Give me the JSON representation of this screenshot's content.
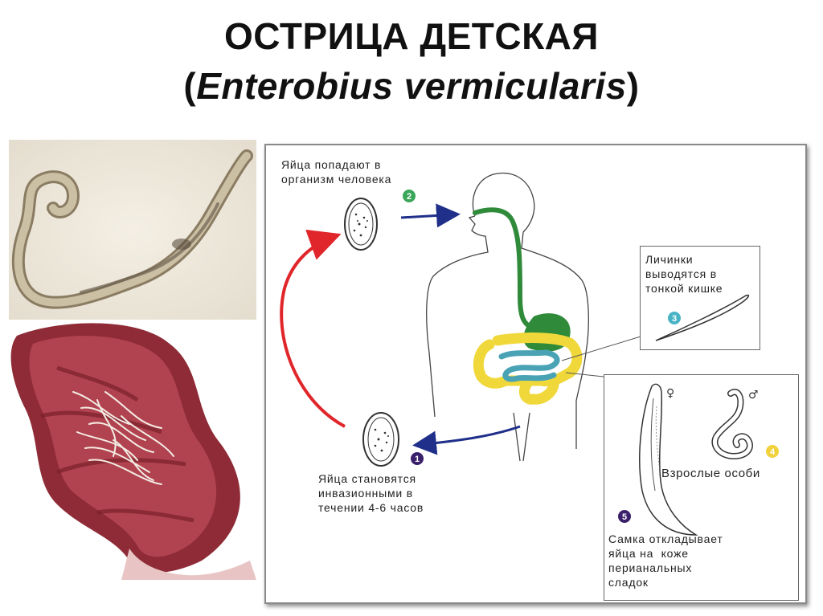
{
  "title": {
    "line1": "ОСТРИЦА ДЕТСКАЯ",
    "paren_open": "(",
    "latin": "Enterobius vermicularis",
    "paren_close": ")"
  },
  "diagram": {
    "step1": {
      "number": "1",
      "text": "Яйца становятся\nинвазионными в\nтечении 4-6 часов",
      "color": "#3a1f6b"
    },
    "step2": {
      "number": "2",
      "text": "Яйца попадают в\nорганизм человека",
      "color": "#3aa65a"
    },
    "step3": {
      "number": "3",
      "text": "Личинки\nвыводятся в\nтонкой кишке",
      "color": "#49b3c6"
    },
    "step4": {
      "number": "4",
      "text": "Взрослые особи",
      "color": "#f2d23c"
    },
    "step5": {
      "number": "5",
      "text": "Самка откладывает\nяйца на  коже\nперианальных\nсладок",
      "color": "#3a1f6b"
    },
    "female_symbol": "♀",
    "male_symbol": "♂"
  },
  "colors": {
    "digestive_tract": "#2f8a3a",
    "large_intestine": "#f0d83a",
    "small_intestine": "#4aa3b5",
    "cycle_arrow": "#e0262a",
    "flow_arrow": "#1f2f8a"
  }
}
